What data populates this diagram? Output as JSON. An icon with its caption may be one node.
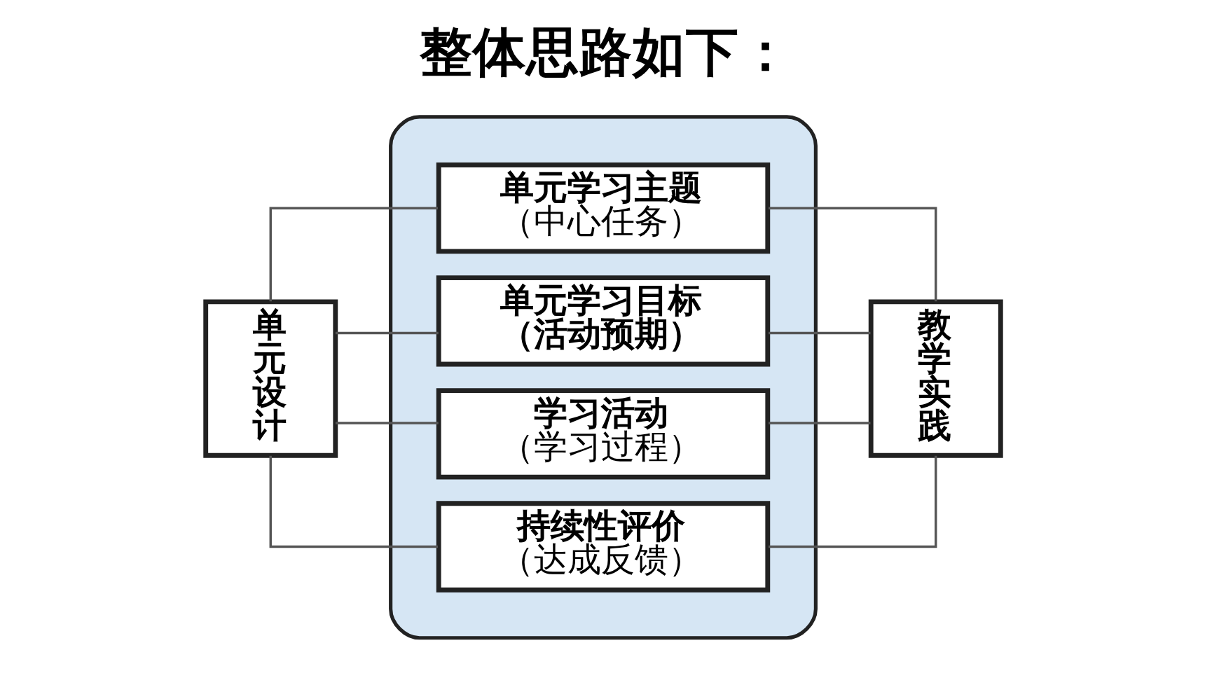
{
  "diagram": {
    "title": "整体思路如下：",
    "nodes": [
      {
        "text": [],
        "shape": "ellipse"
      },
      {
        "text": [
          "单元设计"
        ]
      },
      {
        "text": [
          "单元学习主题",
          "（中心任务）"
        ],
        "in": 0
      },
      {
        "text": [
          "单元学习目标",
          "（活动预期）"
        ],
        "in": 0
      },
      {
        "text": [
          "学习活动",
          "（学习过程）"
        ],
        "in": 0
      },
      {
        "text": [
          "持续性评价",
          "（达成反馈）"
        ],
        "in": 0
      },
      {
        "text": [
          "教学实践"
        ]
      }
    ],
    "edges": [
      {
        "from": 1,
        "to": 2,
        "arrow": "none"
      },
      {
        "from": 1,
        "to": 3,
        "arrow": "none"
      },
      {
        "from": 1,
        "to": 4,
        "arrow": "none"
      },
      {
        "from": 1,
        "to": 5,
        "arrow": "none"
      },
      {
        "from": 2,
        "to": 6,
        "arrow": "none"
      },
      {
        "from": 3,
        "to": 6,
        "arrow": "none"
      },
      {
        "from": 4,
        "to": 6,
        "arrow": "none"
      },
      {
        "from": 5,
        "to": 6,
        "arrow": "none"
      }
    ]
  }
}
